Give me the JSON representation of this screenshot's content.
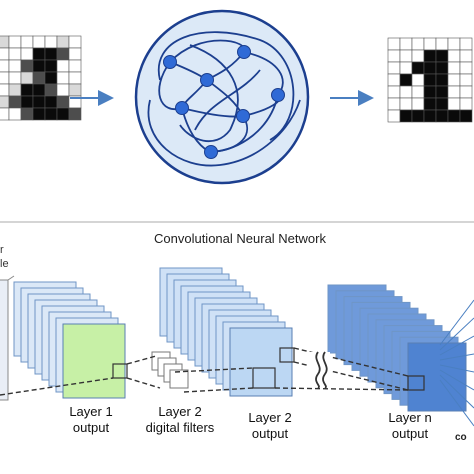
{
  "colors": {
    "arrow": "#4a7fc1",
    "network_fill": "#dce9f7",
    "node": "#2f6ad6",
    "edge": "#1c3f8f",
    "layer1_fill": "#c7f0a6",
    "layer2_fill": "#bcd7f3",
    "layern_fill": "#4f83d1"
  },
  "top_row": {
    "input_pixels": [
      "0000000",
      "0001110",
      "0011100",
      "0001100",
      "0011100",
      "0111110",
      "0011111"
    ],
    "output_pixels": [
      "0000000",
      "0001100",
      "0011100",
      "0101100",
      "0001100",
      "0001100",
      "0111111"
    ]
  },
  "cnn": {
    "title": "Convolutional Neural Network",
    "left_fragment_lines": [
      "r",
      "le"
    ],
    "right_fragment": "co",
    "layer1_label": [
      "Layer 1",
      "output"
    ],
    "filters_label": [
      "Layer 2",
      "digital filters"
    ],
    "layer2_label": [
      "Layer 2",
      "output"
    ],
    "layern_label": [
      "Layer n",
      "output"
    ]
  }
}
